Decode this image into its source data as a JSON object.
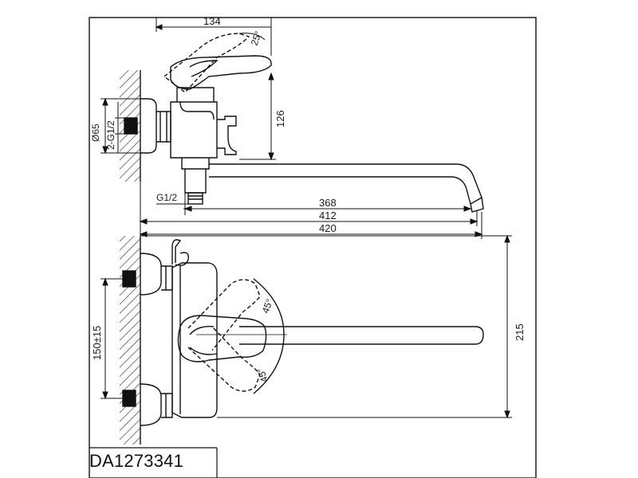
{
  "model_code": "DA1273341",
  "dimensions": {
    "top_width": "134",
    "handle_angle_top": "25°",
    "height_body": "126",
    "flange_diameter": "Ø65",
    "inlet_thread": "2-G1/2",
    "outlet_thread": "G1/2",
    "reach_368": "368",
    "reach_412": "412",
    "reach_420": "420",
    "spacing": "150±15",
    "angle_upper": "45°",
    "angle_lower": "45°",
    "total_height": "215"
  }
}
